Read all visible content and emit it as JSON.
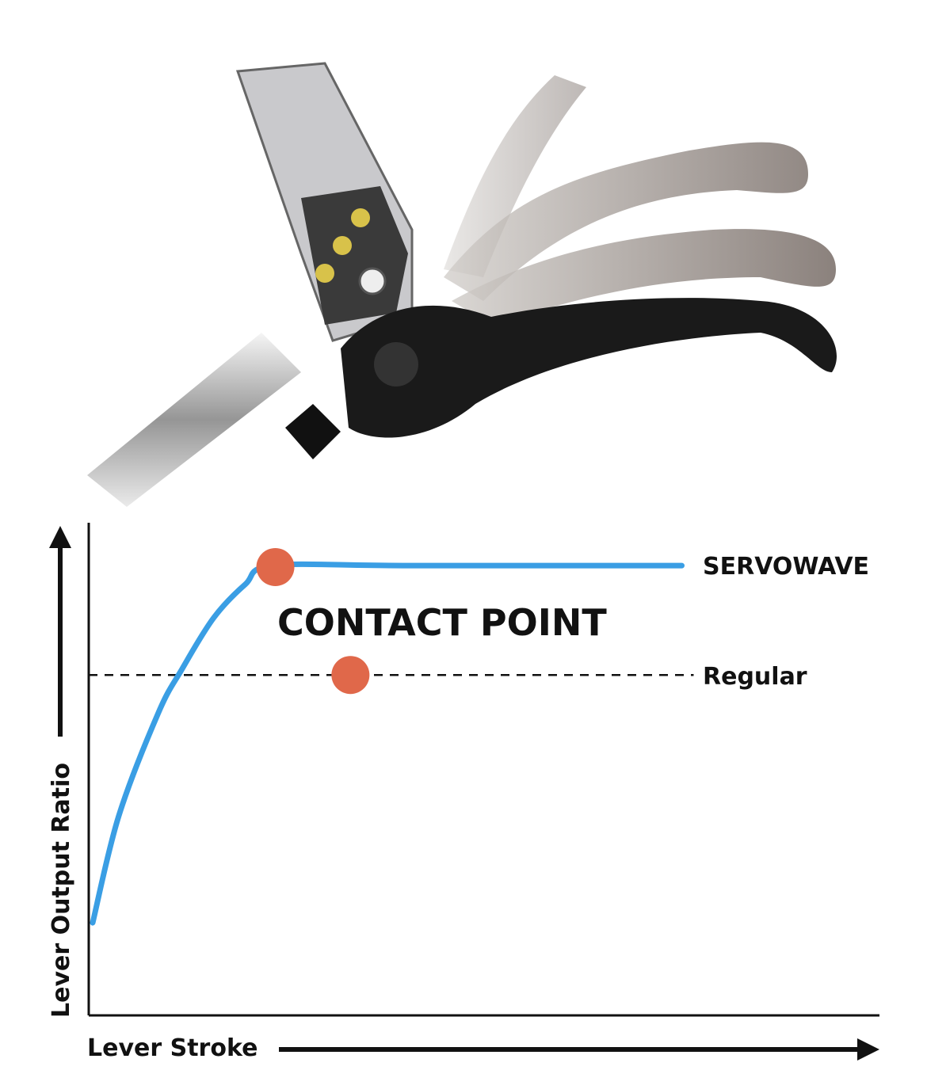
{
  "chart_data": {
    "type": "line",
    "title": "",
    "xlabel": "Lever Stroke",
    "ylabel": "Lever Output Ratio",
    "xlim": [
      0,
      100
    ],
    "ylim": [
      0,
      100
    ],
    "grid": false,
    "series": [
      {
        "name": "SERVOWAVE",
        "color": "#3a9ee4",
        "style": "solid",
        "x": [
          0.5,
          3.8,
          8.8,
          11.8,
          15.8,
          19.8,
          23.3,
          40,
          75
        ],
        "y": [
          18.8,
          40.5,
          61.4,
          70.3,
          80.7,
          87.5,
          91.3,
          91.3,
          91.3
        ]
      },
      {
        "name": "Regular",
        "color": "#111111",
        "style": "dashed",
        "x": [
          0,
          76.5
        ],
        "y": [
          69.1,
          69.1
        ]
      }
    ],
    "markers": [
      {
        "series": "SERVOWAVE",
        "x": 23.6,
        "y": 91.0,
        "color": "#e0684a"
      },
      {
        "series": "Regular",
        "x": 33.1,
        "y": 69.1,
        "color": "#e0684a"
      }
    ],
    "annotations": [
      {
        "text": "CONTACT POINT"
      }
    ],
    "legend": "right-of-lines"
  }
}
